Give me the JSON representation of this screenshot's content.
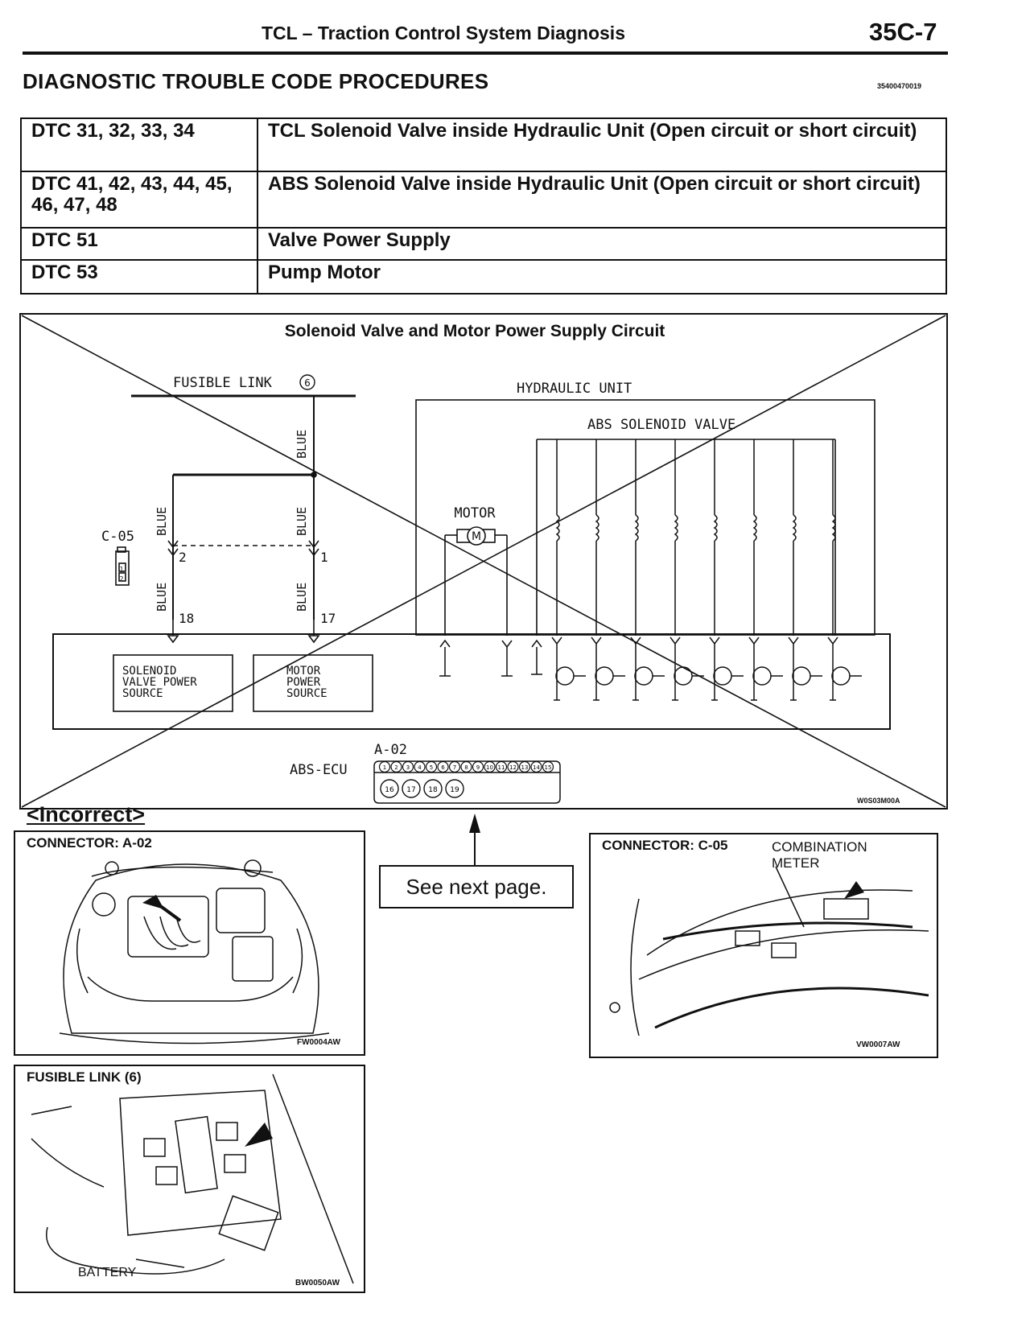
{
  "header": {
    "title": "TCL – Traction Control System Diagnosis",
    "page_number": "35C-7"
  },
  "section": {
    "title": "DIAGNOSTIC TROUBLE CODE PROCEDURES",
    "code": "35400470019"
  },
  "dtc_table": [
    {
      "code": "DTC 31, 32, 33, 34",
      "description": "TCL Solenoid Valve inside Hydraulic Unit (Open circuit or short circuit)"
    },
    {
      "code": "DTC 41, 42, 43, 44, 45, 46, 47, 48",
      "description": "ABS Solenoid Valve inside Hydraulic Unit (Open circuit or short circuit)"
    },
    {
      "code": "DTC 51",
      "description": "Valve Power Supply"
    },
    {
      "code": "DTC 53",
      "description": "Pump Motor"
    }
  ],
  "diagram": {
    "title": "Solenoid Valve and Motor Power Supply Circuit",
    "fusible_link": "FUSIBLE LINK",
    "fusible_num": "6",
    "hydraulic_unit": "HYDRAULIC UNIT",
    "abs_valve": "ABS SOLENOID VALVE",
    "motor": "MOTOR",
    "motor_symbol": "M",
    "wire_color": "BLUE",
    "connector_c05": "C-05",
    "pin_2": "2",
    "pin_1": "1",
    "pin_18": "18",
    "pin_17": "17",
    "solenoid_source": [
      "SOLENOID",
      "VALVE POWER",
      "SOURCE"
    ],
    "motor_source": [
      "MOTOR",
      "POWER",
      "SOURCE"
    ],
    "connector_a02": "A-02",
    "abs_ecu": "ABS-ECU",
    "ecu_pins_top": [
      "1",
      "2",
      "3",
      "4",
      "5",
      "6",
      "7",
      "8",
      "9",
      "10",
      "11",
      "12",
      "13",
      "14",
      "15"
    ],
    "ecu_pins_bottom": [
      "16",
      "17",
      "18",
      "19"
    ],
    "c05_pins": [
      "1",
      "2"
    ],
    "figure_id": "W0S03M00A",
    "status": "<Incorrect>"
  },
  "note": "See next page.",
  "panels": {
    "a02": {
      "label": "CONNECTOR: A-02",
      "fig": "FW0004AW"
    },
    "c05": {
      "label": "CONNECTOR: C-05",
      "callout": [
        "COMBINATION",
        "METER"
      ],
      "fig": "VW0007AW"
    },
    "fusible": {
      "label": "FUSIBLE LINK (6)",
      "callout": "BATTERY",
      "fig": "BW0050AW"
    }
  }
}
